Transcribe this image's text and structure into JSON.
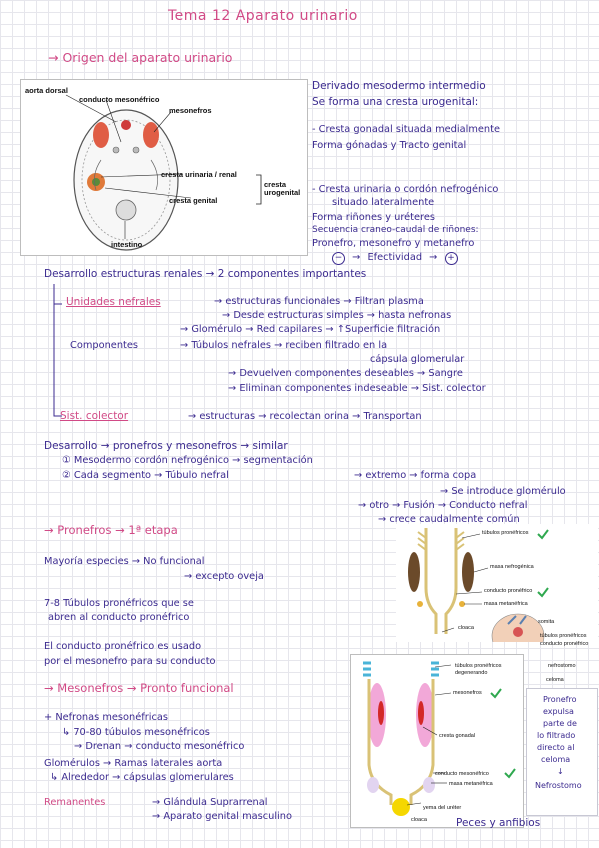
{
  "header": {
    "title": "Tema 12 Aparato urinario",
    "section": "→ Origen del aparato urinario"
  },
  "figure1": {
    "labels": [
      "aorta dorsal",
      "conducto mesonéfrico",
      "mesonefros",
      "cresta urinaria / renal",
      "cresta genital",
      "cresta urogenital",
      "intestino"
    ]
  },
  "intro": {
    "lines": [
      "Derivado mesodermo intermedio",
      "Se forma una cresta urogenital:",
      "- Cresta gonadal situada medialmente",
      "Forma gónadas y Tracto genital",
      "- Cresta urinaria o cordón nefrogénico",
      "situado lateralmente",
      "Forma riñones y uréteres",
      "Secuencia craneo-caudal de riñones:",
      "Pronefro, mesonefro y metanefro",
      "Efectividad"
    ],
    "minus": "−",
    "plus": "+"
  },
  "desarrollo": {
    "main": "Desarrollo estructuras renales → 2 componentes importantes",
    "unidades": "Unidades nefrales",
    "estructuras1": "→ estructuras funcionales → Filtran plasma",
    "estructuras2": "→ Desde estructuras simples → hasta nefronas",
    "componentes": "Componentes",
    "glomerulo": "→ Glomérulo → Red capilares → ↑Superficie filtración",
    "tubulos": "→ Túbulos nefrales → reciben filtrado en la",
    "capsula": "cápsula glomerular",
    "devuelven": "→ Devuelven componentes deseables → Sangre",
    "eliminan": "→ Eliminan componentes indeseable → Sist. colector",
    "sist_label": "Sist. colector",
    "sist_text": "→ estructuras → recolectan orina → Transportan"
  },
  "desarrollo2": {
    "main": "Desarrollo → pronefros y mesonefros → similar",
    "step1": "① Mesodermo cordón nefrogénico → segmentación",
    "step2": "② Cada segmento → Túbulo nefral",
    "extremo": "→ extremo → forma copa",
    "glomerulo": "→ Se introduce glomérulo",
    "otro": "→ otro → Fusión → Conducto nefral",
    "crece": "→ crece caudalmente común"
  },
  "pronefros": {
    "title": "→ Pronefros → 1ª etapa",
    "mayoria": "Mayoría especies → No funcional",
    "excepto": "→ excepto oveja",
    "tubulos1": "7-8 Túbulos pronéfricos que se",
    "tubulos2": "abren al conducto pronéfrico",
    "conducto1": "El conducto pronéfrico es usado",
    "conducto2": "por el mesonefro para su conducto"
  },
  "mesonefros": {
    "title": "→ Mesonefros → Pronto funcional",
    "nefronas": "+ Nefronas mesonéfricas",
    "tubulos": "↳ 70-80 túbulos mesonéfricos",
    "drenan": "→ Drenan → conducto mesonéfrico",
    "glomerulos": "Glomérulos → Ramas laterales aorta",
    "alrededor": "↳ Alrededor → cápsulas glomerulares",
    "remanentes": "Remanentes",
    "glandula": "→ Glándula Suprarrenal",
    "aparato": "→ Aparato genital masculino"
  },
  "figure2": {
    "labels": [
      "túbulos pronéfricos",
      "masa nefrogénica",
      "conducto pronéfrico",
      "masa metanéfrica",
      "cloaca"
    ]
  },
  "figure3": {
    "labels": [
      "somita",
      "túbulos pronéfricos",
      "conducto pronéfrico",
      "nefrostomo",
      "celoma"
    ]
  },
  "figure4": {
    "labels": [
      "túbulos pronéfricos",
      "degenerando",
      "mesonefros",
      "cresta gonadal",
      "conducto mesonéfrico",
      "masa metanéfrica",
      "yema del uréter",
      "cloaca"
    ]
  },
  "side_note": {
    "lines": [
      "Pronefro",
      "expulsa",
      "parte de",
      "lo filtrado",
      "directo al",
      "celoma",
      "↓",
      "Nefrostomo"
    ]
  },
  "footer": {
    "peces": "Peces y anfibios"
  },
  "colors": {
    "ink": "#3b2a8f",
    "pink": "#d14a86",
    "check": "#2fa84f"
  }
}
